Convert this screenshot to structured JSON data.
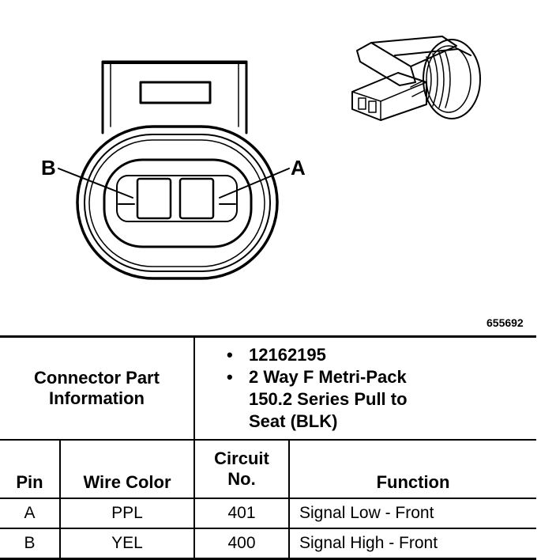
{
  "figure": {
    "id": "655692",
    "pin_labels": {
      "b": "B",
      "a": "A"
    }
  },
  "connector_info": {
    "label": "Connector Part Information",
    "items": [
      "12162195",
      "2 Way F Metri-Pack 150.2 Series Pull to Seat (BLK)"
    ]
  },
  "pin_table": {
    "headers": {
      "pin": "Pin",
      "wire_color": "Wire Color",
      "circuit_no": "Circuit No.",
      "function": "Function"
    },
    "rows": [
      {
        "pin": "A",
        "wire_color": "PPL",
        "circuit_no": "401",
        "function": "Signal Low - Front"
      },
      {
        "pin": "B",
        "wire_color": "YEL",
        "circuit_no": "400",
        "function": "Signal High - Front"
      }
    ]
  }
}
